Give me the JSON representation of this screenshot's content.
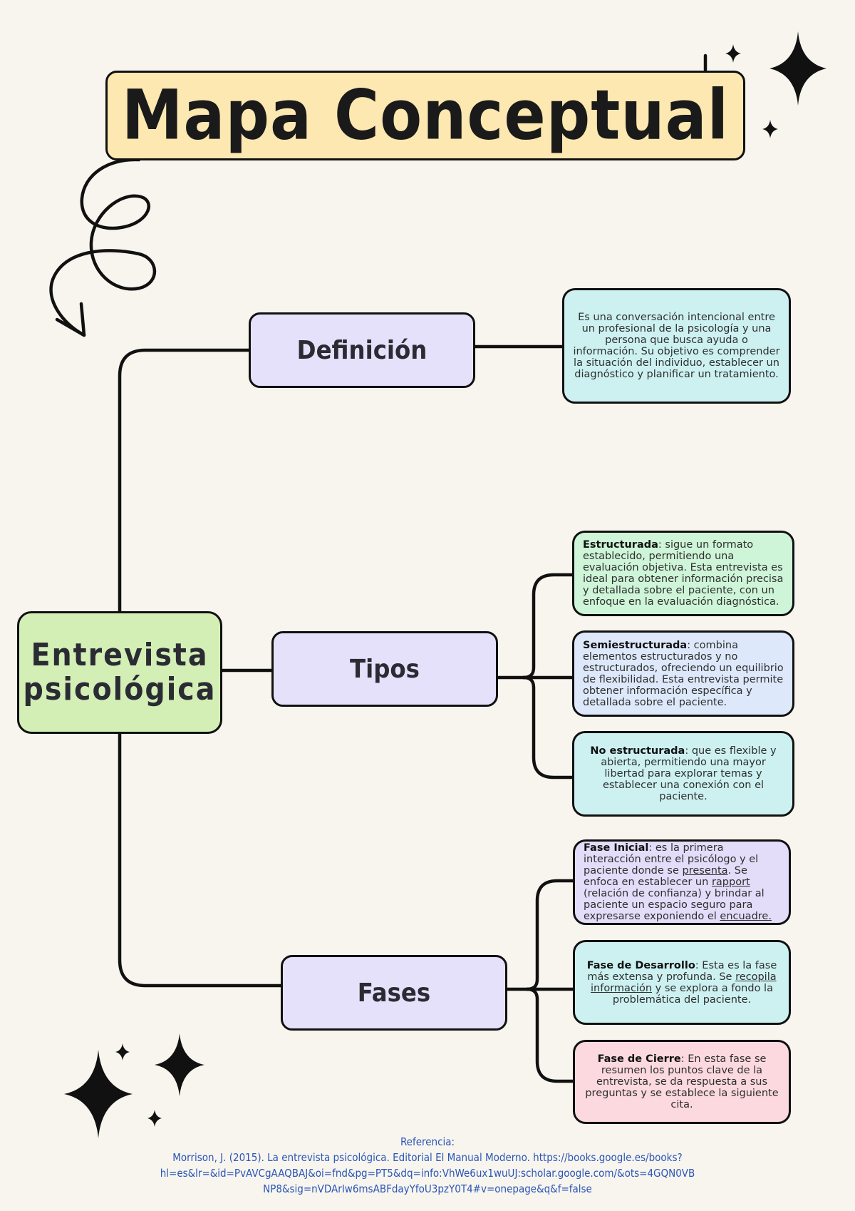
{
  "title": "Mapa Conceptual",
  "central": {
    "line1": "Entrevista",
    "line2": "psicológica"
  },
  "branches": {
    "definicion": "Definición",
    "tipos": "Tipos",
    "fases": "Fases"
  },
  "definicion_text": "Es una conversación intencional entre un profesional de la psicología y una persona que busca ayuda o información. Su objetivo es comprender la situación del individuo, establecer un diagnóstico y planificar un tratamiento.",
  "tipos": [
    {
      "term": "Estructurada",
      "text": ": sigue un formato establecido, permitiendo una evaluación objetiva. Esta entrevista es ideal para obtener información precisa y detallada sobre el paciente, con un enfoque en la evaluación diagnóstica."
    },
    {
      "term": "Semiestructurada",
      "text": ": combina elementos estructurados y no estructurados, ofreciendo un equilibrio de flexibilidad. Esta entrevista permite obtener información específica y detallada sobre el paciente."
    },
    {
      "term": "No estructurada",
      "text": ": que es flexible y abierta, permitiendo una mayor libertad para explorar temas y establecer una conexión con el paciente."
    }
  ],
  "fases": {
    "inicial": {
      "term": "Fase Inicial",
      "text1": ": es la primera interacción entre el psicólogo y el paciente donde se ",
      "u1": "presenta",
      "text2": ". Se enfoca en establecer un ",
      "u2": "rapport",
      "text3": " (relación de confianza) y brindar al paciente un espacio seguro para expresarse exponiendo el ",
      "u3": "encuadre."
    },
    "desarrollo": {
      "term": "Fase de Desarrollo",
      "text1": ": Esta es la fase más extensa y profunda. Se ",
      "u1": "recopila información",
      "text2": " y se explora a fondo la problemática del paciente."
    },
    "cierre": {
      "term": "Fase de Cierre",
      "text": ": En esta fase se resumen los puntos clave de la entrevista, se da respuesta a sus preguntas y se establece la siguiente cita."
    }
  },
  "reference": {
    "label": "Referencia:",
    "line1": "Morrison, J. (2015). La entrevista psicológica. Editorial El Manual Moderno. https://books.google.es/books?",
    "line2": "hl=es&lr=&id=PvAVCgAAQBAJ&oi=fnd&pg=PT5&dq=info:VhWe6ux1wuUJ:scholar.google.com/&ots=4GQN0VB",
    "line3": "NP8&sig=nVDArIw6msABFdayYfoU3pzY0T4#v=onepage&q&f=false"
  },
  "colors": {
    "background": "#f8f5ee",
    "title_fill": "#fce8b0",
    "central_fill": "#d3efb6",
    "branch_fill": "#e6e1fb",
    "info_cyan": "#cdf1f1",
    "info_green": "#cef5d8",
    "info_blue": "#dde9fb",
    "info_lilac": "#e3ddfa",
    "info_pink": "#fbd9de",
    "reference_text": "#2a55b8"
  },
  "decorations": [
    "sparkle-icon",
    "swirl-arrow-icon"
  ]
}
